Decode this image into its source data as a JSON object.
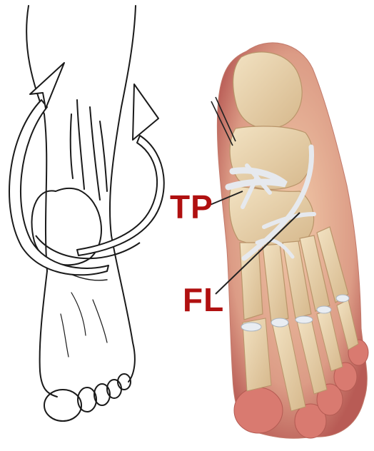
{
  "labels": {
    "tp": "TP",
    "fl": "FL"
  },
  "colors": {
    "label": "#b01010",
    "line_art": "#1a1a1a",
    "bone": "#ead6b0",
    "bone_shade": "#cfb083",
    "skin": "#c86a62",
    "skin_light": "#e8a79a",
    "tendon": "#e6e9ee",
    "pointer": "#222222"
  },
  "panels": {
    "left": {
      "kind": "line-drawing",
      "subject": "foot-with-inversion-arrows"
    },
    "right": {
      "kind": "anatomical-illustration",
      "subject": "foot-sole-with-tendons"
    }
  }
}
